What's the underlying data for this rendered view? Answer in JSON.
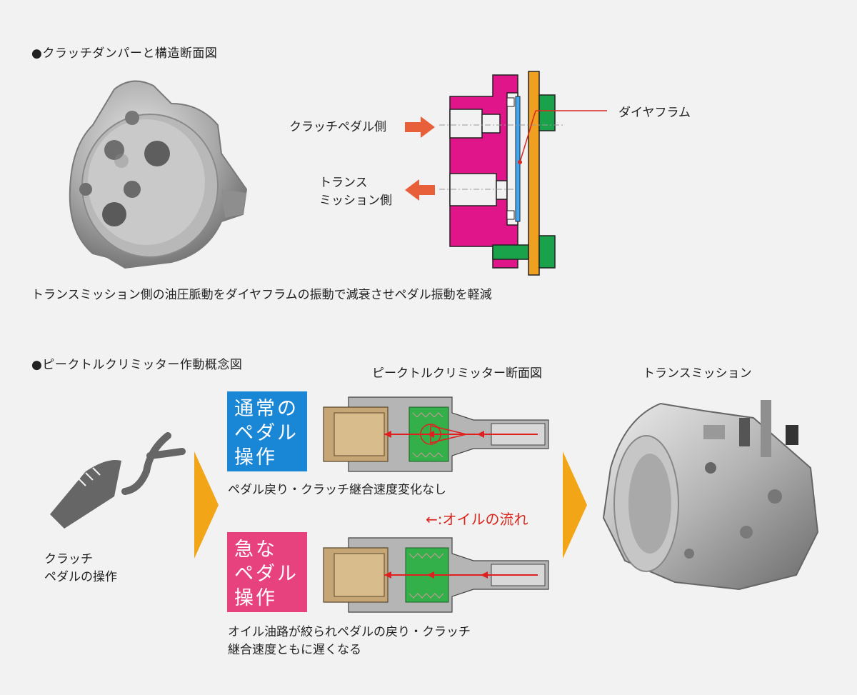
{
  "section1": {
    "heading": "●クラッチダンパーと構造断面図",
    "arrow_pedal_label": "クラッチペダル側",
    "arrow_trans_label_1": "トランス",
    "arrow_trans_label_2": "ミッション側",
    "diaphragm_label": "ダイヤフラム",
    "caption": "トランスミッション側の油圧脈動をダイヤフラムの振動で減衰させペダル振動を軽減"
  },
  "section2": {
    "heading": "●ピークトルクリミッター作動概念図",
    "cross_section_title": "ピークトルクリミッター断面図",
    "transmission_title": "トランスミッション",
    "pedal_label_1": "クラッチ",
    "pedal_label_2": "ペダルの操作",
    "normal_box": {
      "line1": "通常の",
      "line2": "ペダル",
      "line3": "操作",
      "color": "#1a86d6"
    },
    "normal_caption": "ペダル戻り・クラッチ継合速度変化なし",
    "oil_flow_label": "←:オイルの流れ",
    "sudden_box": {
      "line1": "急な",
      "line2": "ペダル",
      "line3": "操作",
      "color": "#e8427e"
    },
    "sudden_caption_1": "オイル油路が絞られペダルの戻り・クラッチ",
    "sudden_caption_2": "継合速度ともに遅くなる"
  },
  "colors": {
    "magenta": "#e0158a",
    "orange_plate": "#f0a020",
    "green_bolt": "#1aa24a",
    "arrow_orange": "#e8603a",
    "chevron": "#f2a516",
    "oil_arrow": "#e02020"
  }
}
